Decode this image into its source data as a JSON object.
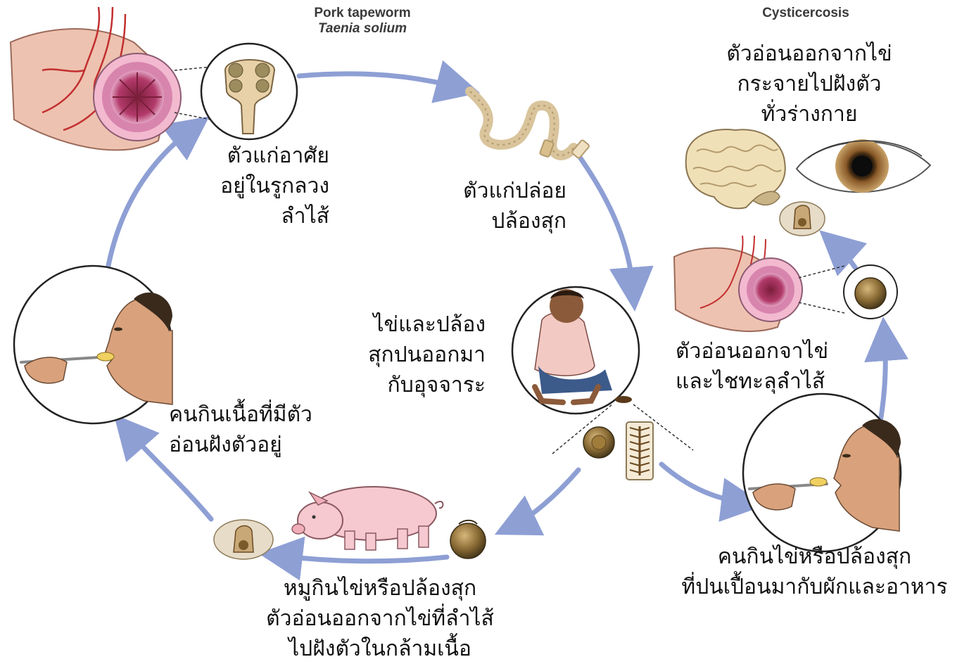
{
  "headers": {
    "pork_tapeworm": "Pork tapeworm",
    "taenia_solium": "Taenia solium",
    "cysticercosis": "Cysticercosis"
  },
  "labels": {
    "adult_in_intestine": [
      "ตัวแก่อาศัย",
      "อยู่ในรูกลวง",
      "ลำไส้"
    ],
    "adult_releases_segments": [
      "ตัวแก่ปล่อย",
      "ปล้องสุก"
    ],
    "eggs_in_feces": [
      "ไข่และปล้อง",
      "สุกปนออกมา",
      "กับอุจจาระ"
    ],
    "human_eats_infected_meat": [
      "คนกินเนื้อที่มีตัว",
      "อ่อนฝังตัวอยู่"
    ],
    "pig_eats_eggs": [
      "หมูกินไข่หรือปล้องสุก",
      "ตัวอ่อนออกจากไข่ที่ลำไส้",
      "ไปฝังตัวในกล้ามเนื้อ"
    ],
    "human_eats_eggs": [
      "คนกินไข่หรือปล้องสุก",
      "ที่ปนเปื้อนมากับผักและอาหาร"
    ],
    "larva_penetrates_intestine": [
      "ตัวอ่อนออกจาไข่",
      "และไชทะลุลำไส้"
    ],
    "larva_spreads_body": [
      "ตัวอ่อนออกจากไข่",
      "กระจายไปฝังตัว",
      "ทั่วร่างกาย"
    ]
  },
  "colors": {
    "cycle_arrow": "#8e9fd4",
    "intestine_outer": "#eec2b0",
    "intestine_vessels": "#c22f2f",
    "intestine_lumen": "#b23a6a",
    "skin": "#d9a27c",
    "egg": "#8a6b35"
  },
  "icons": [
    "intestine-illustration",
    "scolex-magnified",
    "proglottid-chain",
    "child-defecating",
    "egg",
    "gravid-proglottid",
    "pig",
    "cysticercus-in-muscle",
    "human-eating",
    "brain",
    "eye"
  ]
}
